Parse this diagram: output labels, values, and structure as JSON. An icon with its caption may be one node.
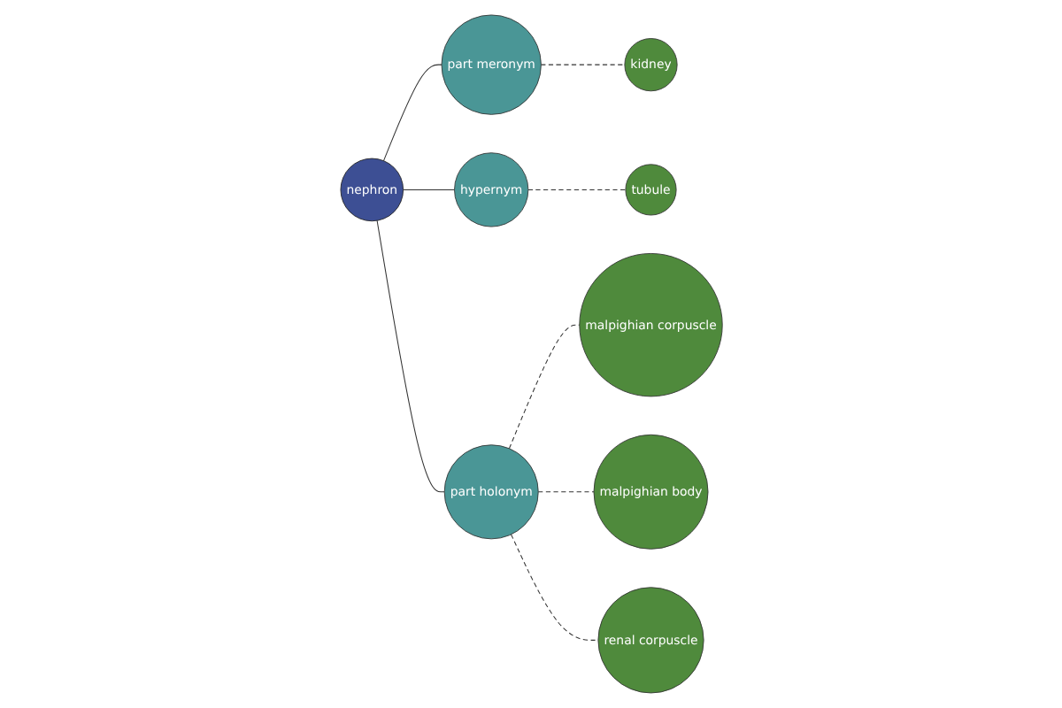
{
  "diagram": {
    "nodes": [
      {
        "text": [
          "nephron"
        ]
      },
      {
        "text": [
          "part meronym"
        ]
      },
      {
        "text": [
          "kidney"
        ]
      },
      {
        "text": [
          "hypernym"
        ]
      },
      {
        "text": [
          "tubule"
        ]
      },
      {
        "text": [
          "part holonym"
        ]
      },
      {
        "text": [
          "malpighian corpuscle"
        ]
      },
      {
        "text": [
          "malpighian body"
        ]
      },
      {
        "text": [
          "renal corpuscle"
        ]
      }
    ],
    "edges": [
      {
        "from": 0,
        "to": 1,
        "arrow": "none"
      },
      {
        "from": 1,
        "to": 2,
        "arrow": "none",
        "style": "dashed"
      },
      {
        "from": 0,
        "to": 3,
        "arrow": "none"
      },
      {
        "from": 3,
        "to": 4,
        "arrow": "none",
        "style": "dashed"
      },
      {
        "from": 0,
        "to": 5,
        "arrow": "none"
      },
      {
        "from": 5,
        "to": 6,
        "arrow": "none",
        "style": "dashed"
      },
      {
        "from": 5,
        "to": 7,
        "arrow": "none",
        "style": "dashed"
      },
      {
        "from": 5,
        "to": 8,
        "arrow": "none",
        "style": "dashed"
      }
    ]
  }
}
